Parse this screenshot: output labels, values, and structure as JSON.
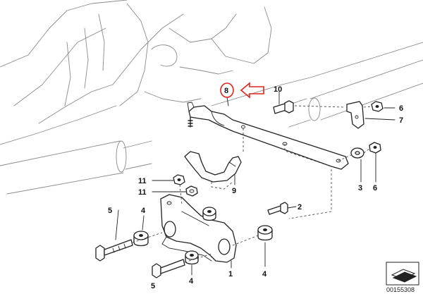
{
  "callouts": {
    "c8": "8",
    "c10": "10",
    "c6a": "6",
    "c7": "7",
    "c11a": "11",
    "c11b": "11",
    "c9": "9",
    "c3": "3",
    "c6b": "6",
    "c5a": "5",
    "c4a": "4",
    "c2": "2",
    "c5b": "5",
    "c4b": "4",
    "c1": "1",
    "c4c": "4"
  },
  "reference_number": "00155308",
  "highlight": {
    "part": "8",
    "color": "#e2231a"
  }
}
